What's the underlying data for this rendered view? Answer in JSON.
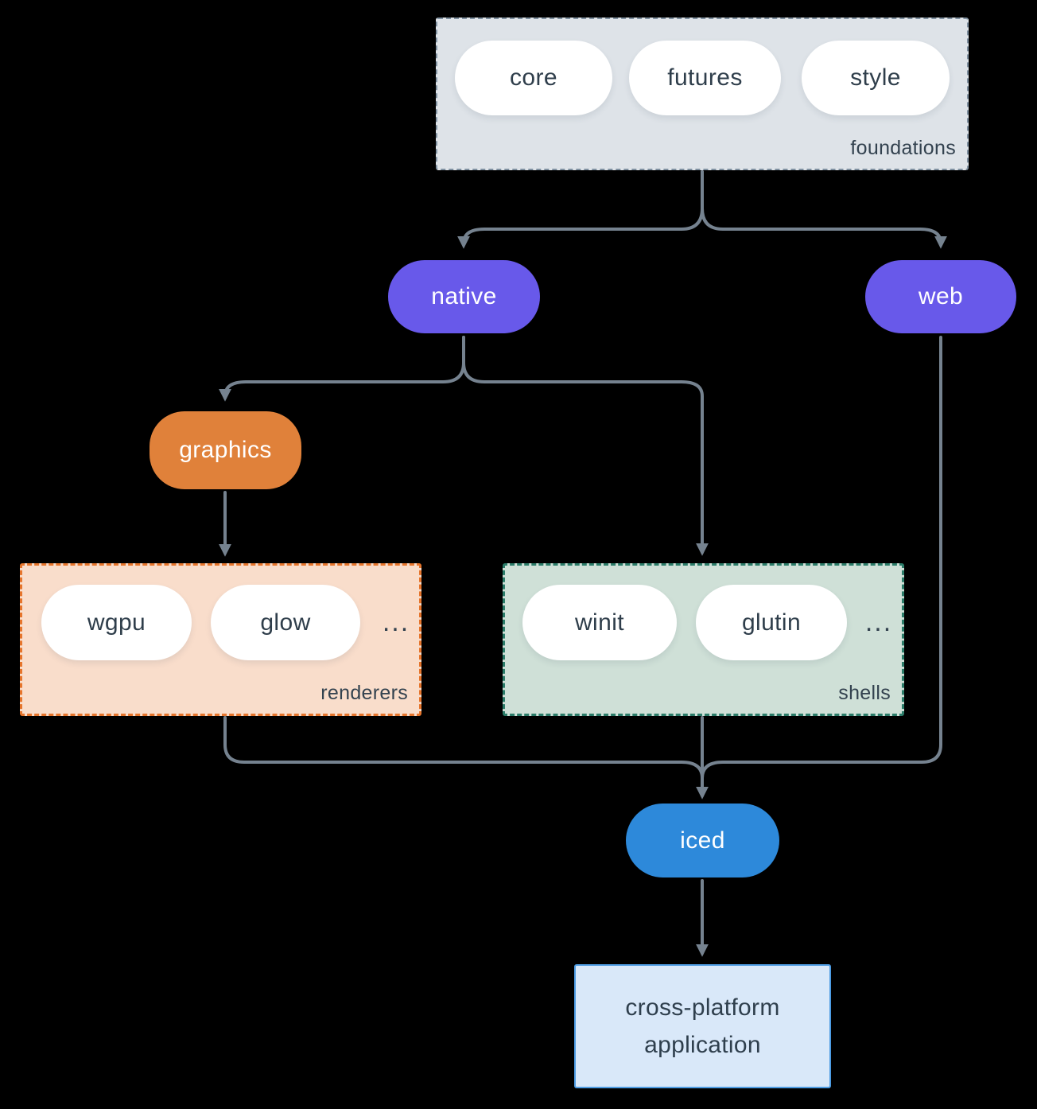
{
  "diagram": {
    "groups": {
      "foundations": {
        "label": "foundations",
        "pills": [
          "core",
          "futures",
          "style"
        ]
      },
      "renderers": {
        "label": "renderers",
        "pills": [
          "wgpu",
          "glow"
        ],
        "more": "..."
      },
      "shells": {
        "label": "shells",
        "pills": [
          "winit",
          "glutin"
        ],
        "more": "..."
      }
    },
    "nodes": {
      "native": "native",
      "web": "web",
      "graphics": "graphics",
      "iced": "iced",
      "application": {
        "line1": "cross-platform",
        "line2": "application"
      }
    },
    "colors": {
      "background": "#000000",
      "arrow": "#75828f",
      "purple_node": "#6859ea",
      "orange_node": "#e0813a",
      "blue_node": "#2d89da",
      "foundations_fill": "#dee3e8",
      "foundations_border": "#7f90a0",
      "renderers_fill": "#f9ddcb",
      "renderers_border": "#e6752c",
      "shells_fill": "#cfe0d7",
      "shells_border": "#2b7c69",
      "application_fill": "#d9e8f9",
      "application_border": "#4d9ce3",
      "pill_fill": "#ffffff",
      "text_dark": "#33424f",
      "text_light": "#ffffff"
    }
  }
}
